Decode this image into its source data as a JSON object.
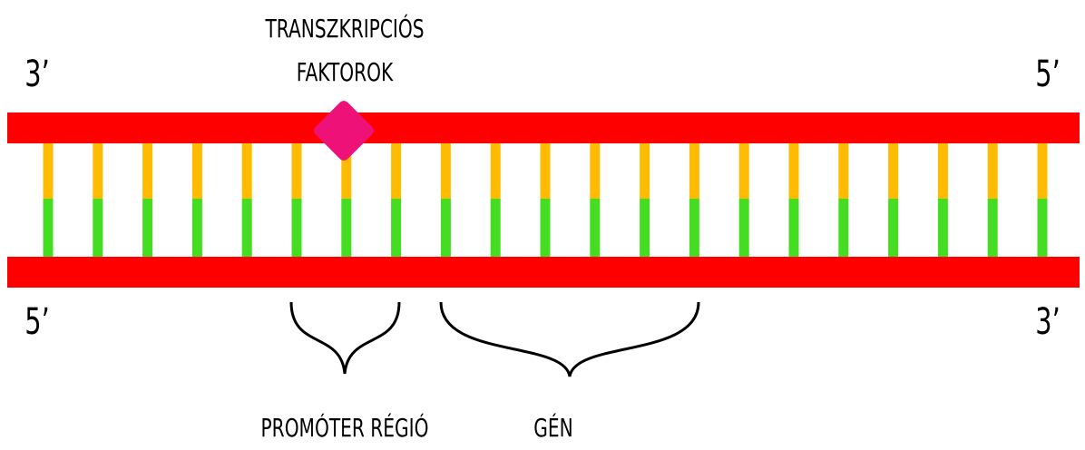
{
  "labels": {
    "top_left": "3’",
    "top_right": "5’",
    "bottom_left": "5’",
    "bottom_right": "3’",
    "tf_line1": "TRANSZKRIPCIÓS",
    "tf_line2": "FAKTOROK",
    "promoter": "PROMÓTER RÉGIÓ",
    "gene": "GÉN"
  },
  "colors": {
    "backbone": "#ff0000",
    "base_top": "#ffbb00",
    "base_bottom": "#44dd22",
    "factor": "#ee1177",
    "brace": "#000000"
  },
  "base_pair_count": 21
}
